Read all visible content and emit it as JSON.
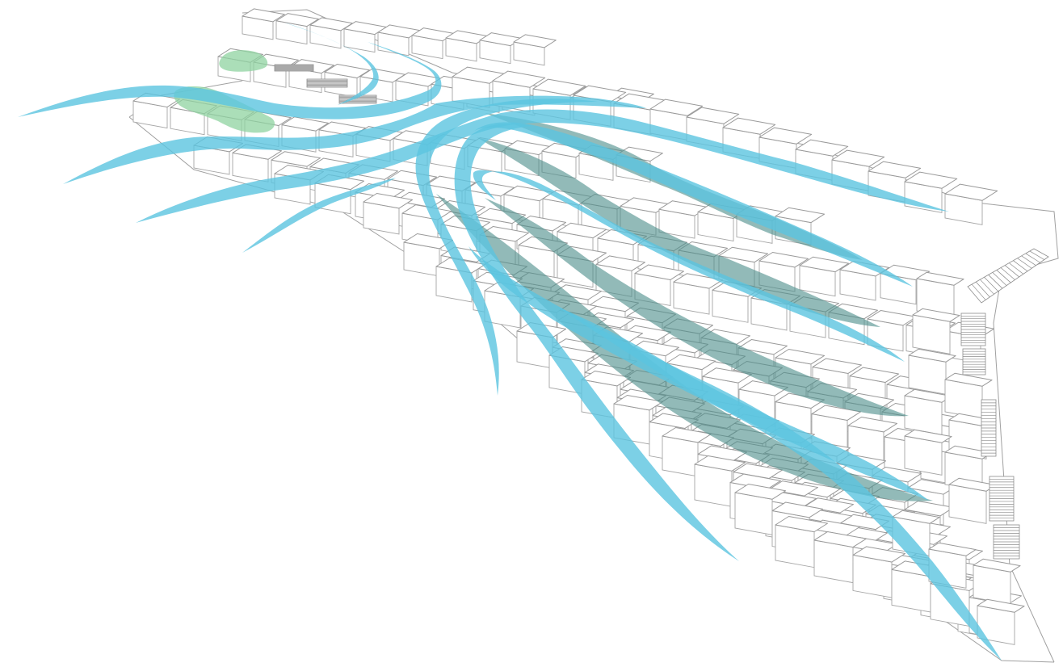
{
  "diagram": {
    "palette": {
      "background": "#ffffff",
      "module_fill": "#ffffff",
      "module_stroke": "#9a9a9a",
      "airflow": "#5bc4e0",
      "shade": "#4f8f8c",
      "vegetation": "#8fd3a0"
    },
    "components": {
      "building_modules": "stepped-rectangular-modules",
      "stairs": "stair-blocks",
      "airflow": "blue-airflow-ribbons",
      "shade": "teal-shade-ribbons",
      "vegetation": "green-planting-patches"
    }
  }
}
